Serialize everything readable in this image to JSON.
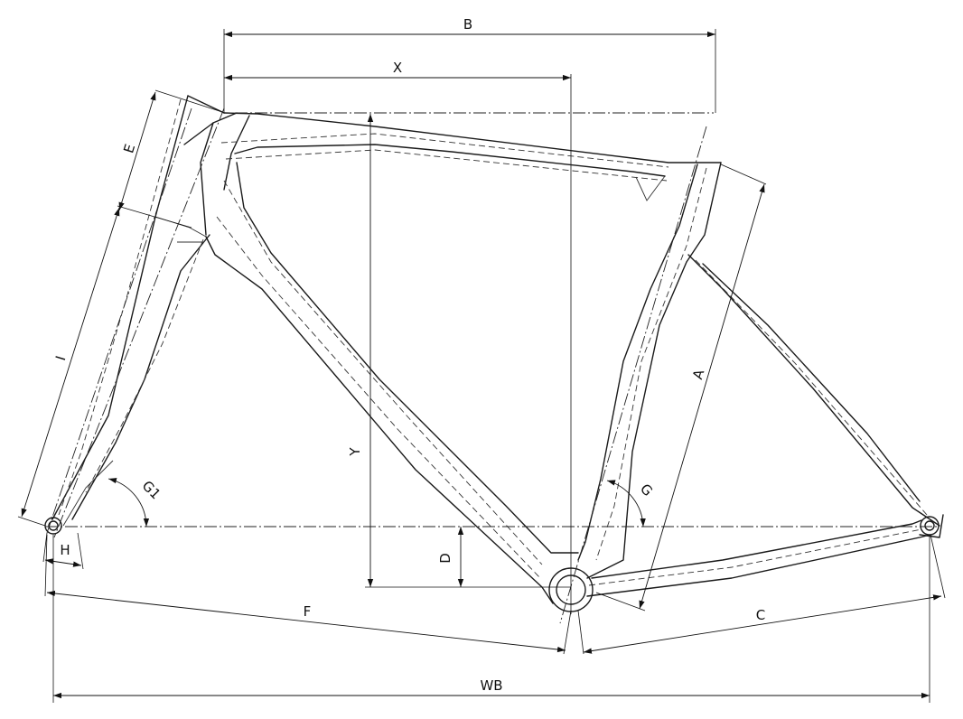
{
  "labels": {
    "b": "B",
    "x": "X",
    "e": "E",
    "i": "I",
    "a": "A",
    "y": "Y",
    "g1": "G1",
    "g": "G",
    "h": "H",
    "d": "D",
    "f": "F",
    "c": "C",
    "wb": "WB"
  }
}
